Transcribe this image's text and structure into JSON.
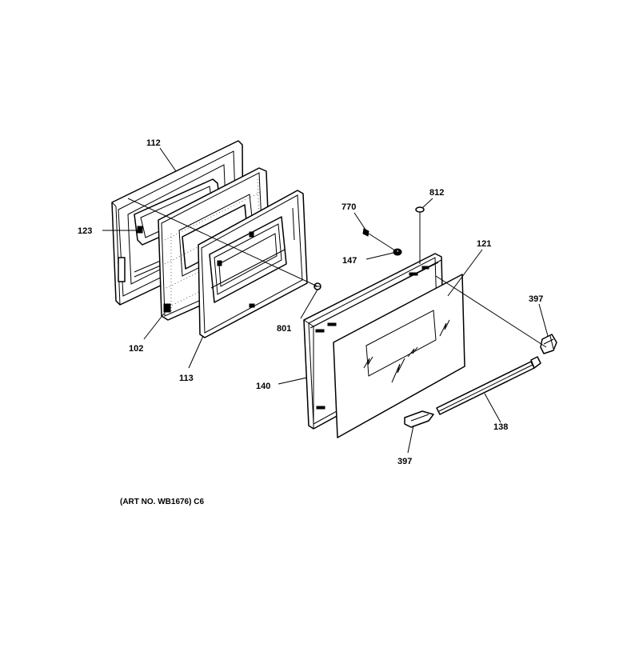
{
  "labels": {
    "p112": "112",
    "p123": "123",
    "p102": "102",
    "p113": "113",
    "p801": "801",
    "p770": "770",
    "p812": "812",
    "p147": "147",
    "p121": "121",
    "p397_top": "397",
    "p140": "140",
    "p138": "138",
    "p397_bottom": "397"
  },
  "art_number": "(ART NO. WB1676) C6"
}
